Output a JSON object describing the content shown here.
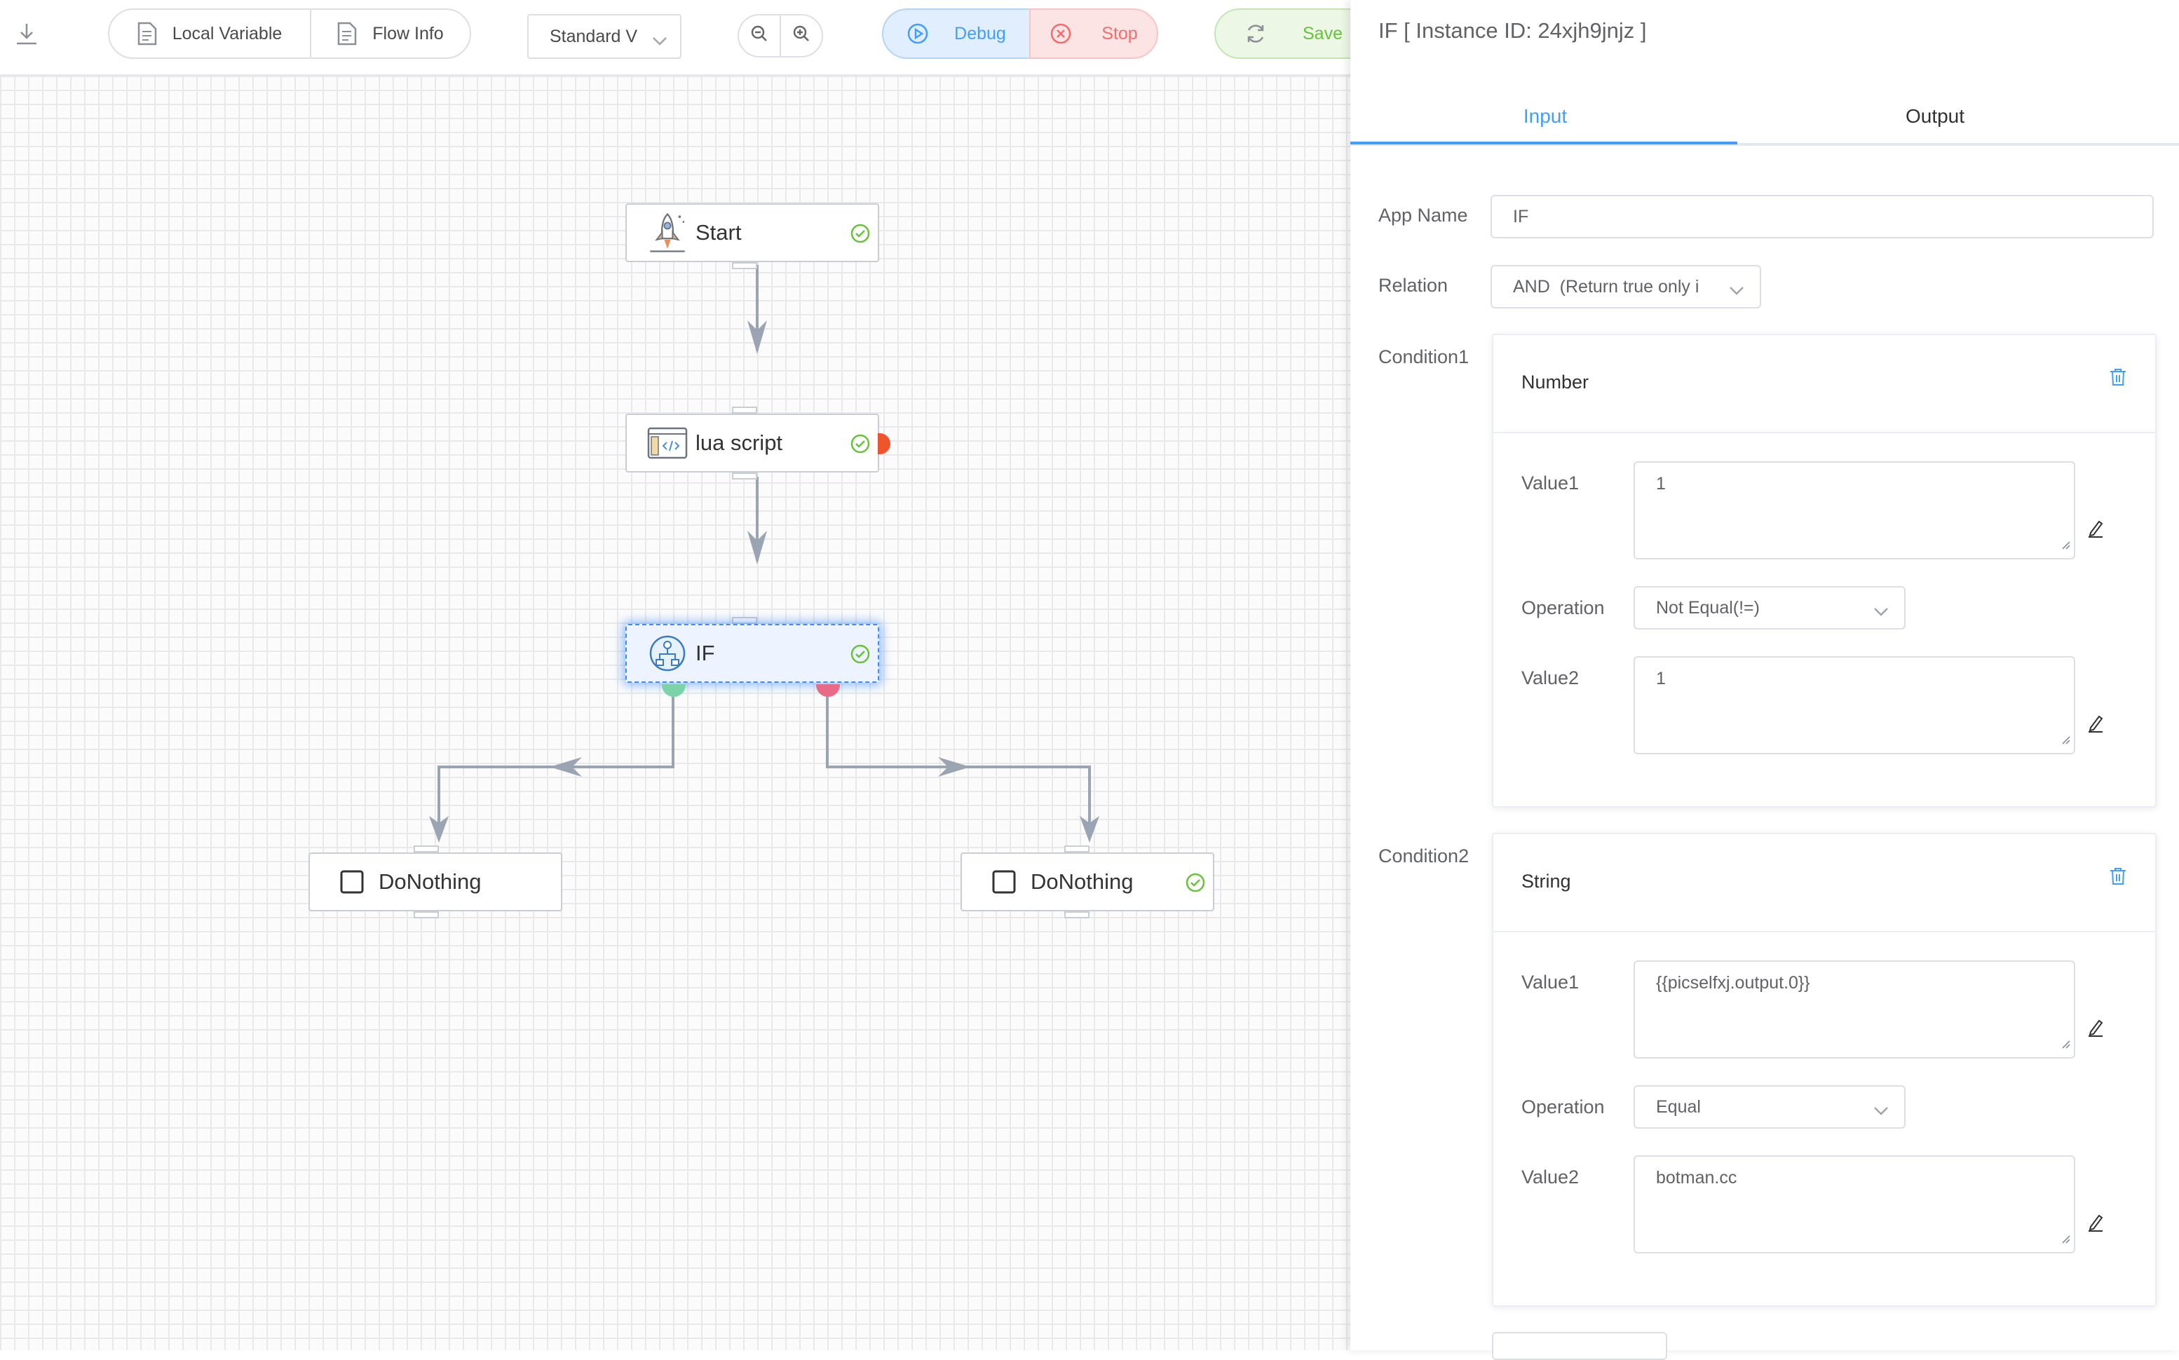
{
  "toolbar": {
    "local_variable": "Local Variable",
    "flow_info": "Flow Info",
    "view_select": "Standard V",
    "debug": "Debug",
    "stop": "Stop",
    "save": "Save"
  },
  "nodes": {
    "start": "Start",
    "lua": "lua script",
    "if": "IF",
    "donothing_left": "DoNothing",
    "donothing_right": "DoNothing"
  },
  "panel": {
    "title": "IF [ Instance ID: 24xjh9jnjz ]",
    "tabs": [
      "Input",
      "Output"
    ],
    "app_name_label": "App Name",
    "app_name_value": "IF",
    "relation_label": "Relation",
    "relation_value": "AND  (Return true only i",
    "conditions": [
      {
        "label": "Condition1",
        "type": "Number",
        "value1_label": "Value1",
        "value1": "1",
        "operation_label": "Operation",
        "operation": "Not Equal(!=)",
        "value2_label": "Value2",
        "value2": "1"
      },
      {
        "label": "Condition2",
        "type": "String",
        "value1_label": "Value1",
        "value1": "{{picselfxj.output.0}}",
        "operation_label": "Operation",
        "operation": "Equal",
        "value2_label": "Value2",
        "value2": "botman.cc"
      }
    ]
  },
  "colors": {
    "accent": "#409eff",
    "debug_bg": "#e1eefd",
    "stop_bg": "#fde4e4",
    "stop_text": "#f56c6c",
    "save_bg": "#ecf7e6",
    "save_text": "#67c23a",
    "true_port": "#7dd3a8",
    "false_port": "#e96a87"
  }
}
